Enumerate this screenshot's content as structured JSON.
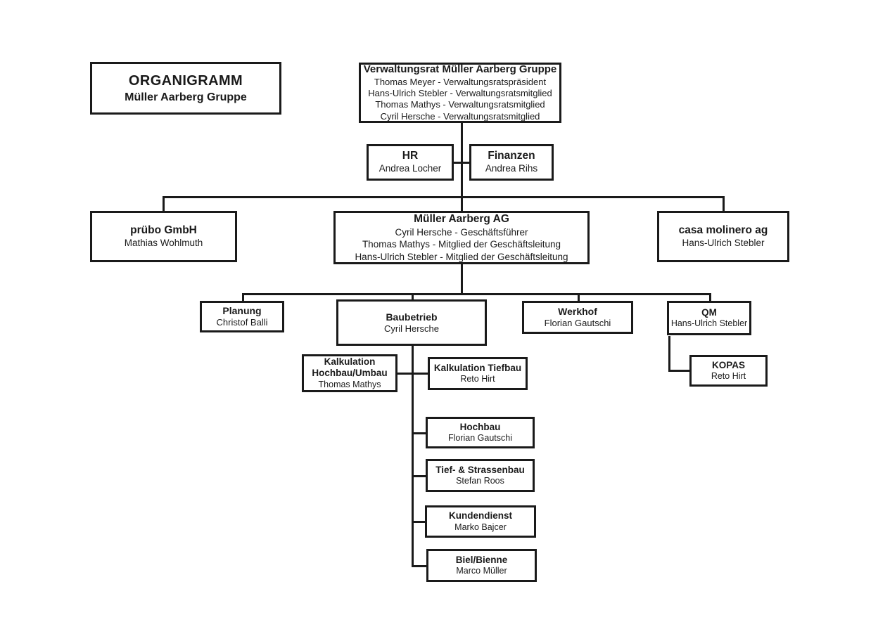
{
  "document": {
    "title": "ORGANIGRAMM",
    "subtitle": "Müller Aarberg Gruppe",
    "background_color": "#ffffff",
    "line_color": "#1a1a1a",
    "text_color": "#1a1a1a"
  },
  "legend": {
    "heading": "ORGANIGRAMM",
    "subheading": "Müller Aarberg Gruppe"
  },
  "board": {
    "title": "Verwaltungsrat Müller Aarberg Gruppe",
    "members": [
      "Thomas Meyer - Verwaltungsratspräsident",
      "Hans-Ulrich Stebler -  Verwaltungsratsmitglied",
      "Thomas Mathys - Verwaltungsratsmitglied",
      "Cyril Hersche - Verwaltungsratsmitglied"
    ]
  },
  "staff": [
    {
      "title": "HR",
      "person": "Andrea Locher"
    },
    {
      "title": "Finanzen",
      "person": "Andrea Rihs"
    }
  ],
  "companies": {
    "left": {
      "title": "prübo GmbH",
      "person": "Mathias Wohlmuth"
    },
    "center": {
      "title": "Müller Aarberg AG",
      "people": [
        "Cyril Hersche - Geschäftsführer",
        "Thomas Mathys - Mitglied der Geschäftsleitung",
        "Hans-Ulrich Stebler - Mitglied der Geschäftsleitung"
      ]
    },
    "right": {
      "title": "casa molinero ag",
      "person": "Hans-Ulrich Stebler"
    }
  },
  "divisions": [
    {
      "title": "Planung",
      "person": "Christof Balli"
    },
    {
      "title": "Baubetrieb",
      "person": "Cyril Hersche"
    },
    {
      "title": "Werkhof",
      "person": "Florian Gautschi"
    },
    {
      "title": "QM",
      "person": "Hans-Ulrich Stebler"
    }
  ],
  "qm_children": [
    {
      "title": "KOPAS",
      "person": "Reto Hirt"
    }
  ],
  "kalkulation": [
    {
      "title_line1": "Kalkulation",
      "title_line2": "Hochbau/Umbau",
      "person": "Thomas Mathys"
    },
    {
      "title_line1": "Kalkulation Tiefbau",
      "title_line2": "",
      "person": "Reto Hirt"
    }
  ],
  "baubetrieb_units": [
    {
      "title": "Hochbau",
      "person": "Florian Gautschi"
    },
    {
      "title": "Tief- & Strassenbau",
      "person": "Stefan Roos"
    },
    {
      "title": "Kundendienst",
      "person": "Marko Bajcer"
    },
    {
      "title": "Biel/Bienne",
      "person": "Marco Müller"
    }
  ]
}
